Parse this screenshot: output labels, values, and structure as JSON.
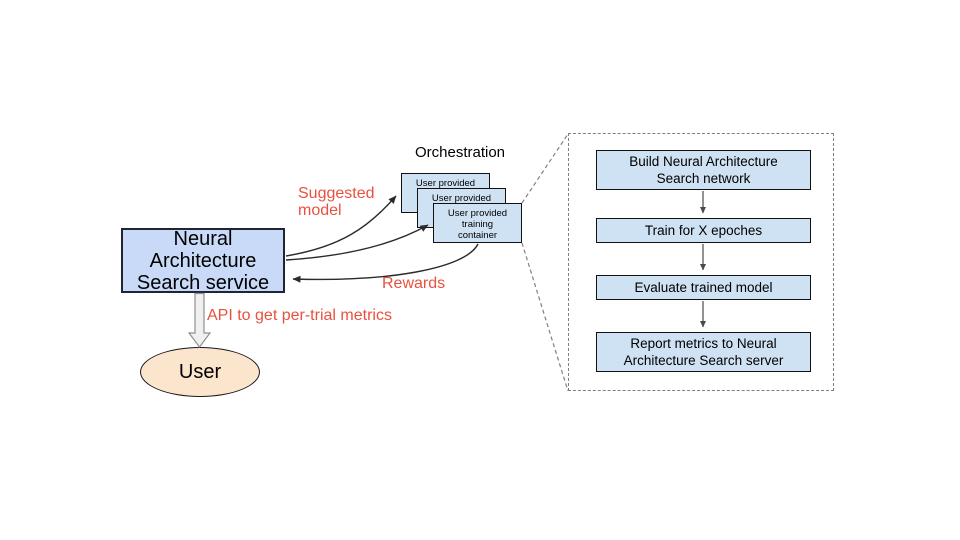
{
  "diagram": {
    "service_box": {
      "label": "Neural\nArchitecture\nSearch service",
      "fill": "#c9daf8"
    },
    "orchestration": {
      "title": "Orchestration",
      "container_label": "User provided\ntraining\ncontainer",
      "stack_count": 3,
      "fill": "#cfe2f3"
    },
    "user_node": {
      "label": "User",
      "fill": "#fce5cd"
    },
    "edge_labels": {
      "suggested_model": "Suggested\nmodel",
      "rewards": "Rewards",
      "api_metrics": "API to get per-trial metrics"
    },
    "flow": {
      "steps": [
        "Build Neural Architecture\nSearch network",
        "Train for X epoches",
        "Evaluate trained model",
        "Report metrics to Neural\nArchitecture Search server"
      ]
    },
    "colors": {
      "service_fill": "#c9daf8",
      "node_fill": "#cfe2f3",
      "user_fill": "#fce5cd",
      "label_red": "#e8513f",
      "border_dark": "#111111",
      "dash_gray": "#7f7f7f",
      "arrow_dark": "#2b2b2b",
      "background": "#ffffff"
    }
  }
}
